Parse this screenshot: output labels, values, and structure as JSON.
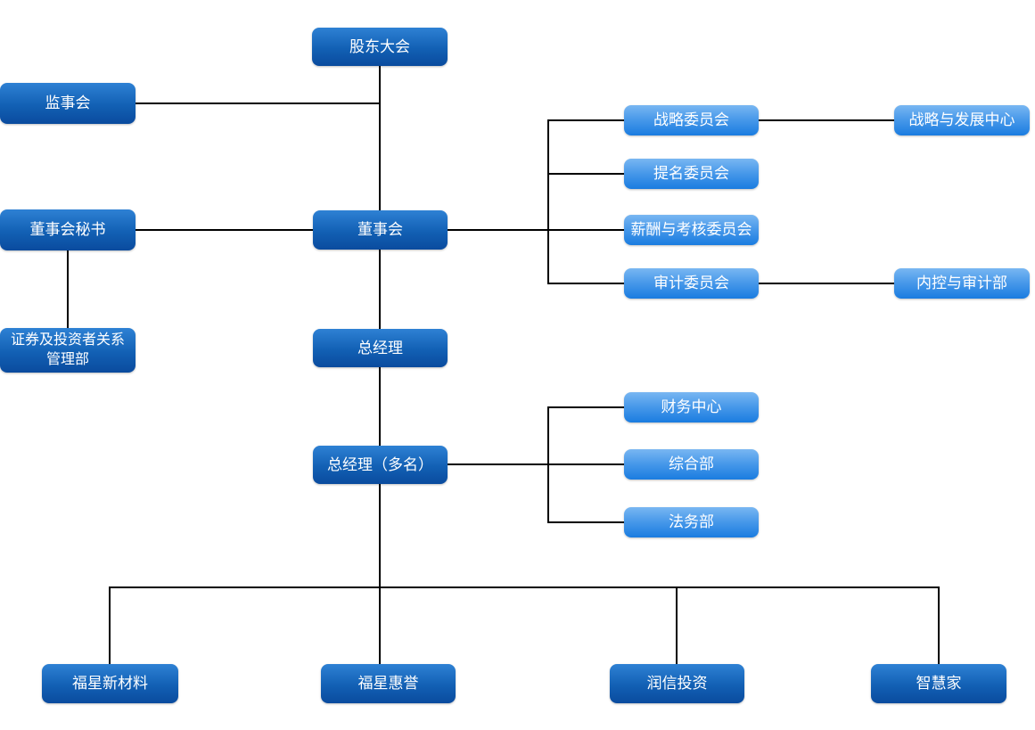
{
  "chart": {
    "type": "org-chart",
    "title": "",
    "nodes": {
      "shareholders": {
        "label": "股东大会"
      },
      "supervisory_board": {
        "label": "监事会"
      },
      "board_secretary": {
        "label": "董事会秘书"
      },
      "securities_ir": {
        "label": "证券及投资者关系管理部"
      },
      "board": {
        "label": "董事会"
      },
      "strategy_committee": {
        "label": "战略委员会"
      },
      "nomination_committee": {
        "label": "提名委员会"
      },
      "compensation_committee": {
        "label": "薪酬与考核委员会"
      },
      "audit_committee": {
        "label": "审计委员会"
      },
      "strategy_dev_center": {
        "label": "战略与发展中心"
      },
      "internal_audit_dept": {
        "label": "内控与审计部"
      },
      "general_manager": {
        "label": "总经理"
      },
      "general_manager_multiple": {
        "label": "总经理（多名）"
      },
      "finance_center": {
        "label": "财务中心"
      },
      "general_dept": {
        "label": "综合部"
      },
      "legal_dept": {
        "label": "法务部"
      },
      "fuxing_new_materials": {
        "label": "福星新材料"
      },
      "fuxing_huiyu": {
        "label": "福星惠誉"
      },
      "runxin_investment": {
        "label": "润信投资"
      },
      "zhihuijia": {
        "label": "智慧家"
      }
    },
    "edges": [
      {
        "from": "shareholders",
        "to": "board"
      },
      {
        "from": "shareholders",
        "to": "supervisory_board"
      },
      {
        "from": "board",
        "to": "board_secretary"
      },
      {
        "from": "board_secretary",
        "to": "securities_ir"
      },
      {
        "from": "board",
        "to": "strategy_committee"
      },
      {
        "from": "board",
        "to": "nomination_committee"
      },
      {
        "from": "board",
        "to": "compensation_committee"
      },
      {
        "from": "board",
        "to": "audit_committee"
      },
      {
        "from": "strategy_committee",
        "to": "strategy_dev_center"
      },
      {
        "from": "audit_committee",
        "to": "internal_audit_dept"
      },
      {
        "from": "board",
        "to": "general_manager"
      },
      {
        "from": "general_manager",
        "to": "general_manager_multiple"
      },
      {
        "from": "general_manager_multiple",
        "to": "finance_center"
      },
      {
        "from": "general_manager_multiple",
        "to": "general_dept"
      },
      {
        "from": "general_manager_multiple",
        "to": "legal_dept"
      },
      {
        "from": "general_manager_multiple",
        "to": "fuxing_new_materials"
      },
      {
        "from": "general_manager_multiple",
        "to": "fuxing_huiyu"
      },
      {
        "from": "general_manager_multiple",
        "to": "runxin_investment"
      },
      {
        "from": "general_manager_multiple",
        "to": "zhihuijia"
      }
    ],
    "colors": {
      "dark_box_top": "#2e81d4",
      "dark_box_bottom": "#0a4b9e",
      "light_box_top": "#79b7f2",
      "light_box_bottom": "#1a7ce0",
      "connector": "#000000",
      "text": "#ffffff",
      "background": "#ffffff"
    }
  }
}
